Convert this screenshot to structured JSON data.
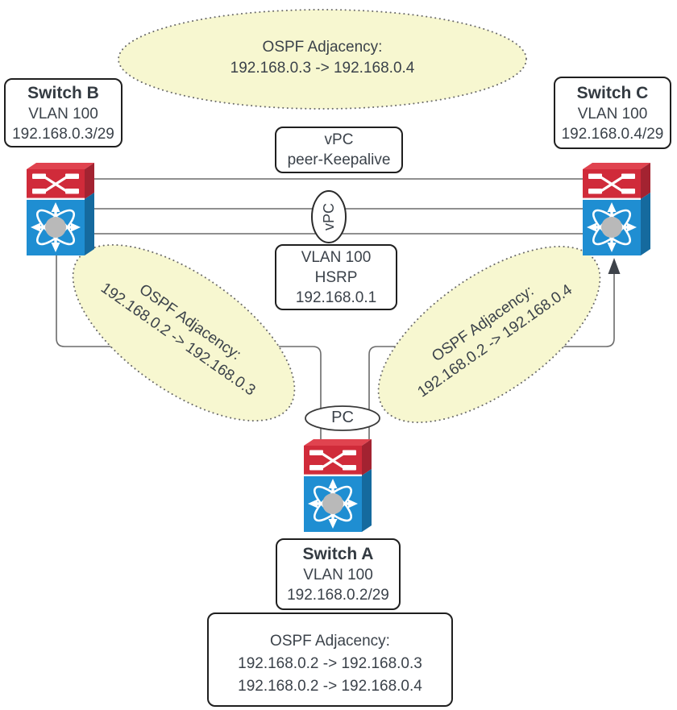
{
  "diagram": {
    "top_adjacency": {
      "title": "OSPF Adjacency:",
      "route": "192.168.0.3 -> 192.168.0.4"
    },
    "left_adjacency": {
      "title": "OSPF Adjacency:",
      "route": "192.168.0.2 -> 192.168.0.3"
    },
    "right_adjacency": {
      "title": "OSPF Adjacency:",
      "route": "192.168.0.2 -> 192.168.0.4"
    },
    "switch_b": {
      "name": "Switch B",
      "vlan": "VLAN 100",
      "ip": "192.168.0.3/29"
    },
    "switch_c": {
      "name": "Switch C",
      "vlan": "VLAN 100",
      "ip": "192.168.0.4/29"
    },
    "switch_a": {
      "name": "Switch A",
      "vlan": "VLAN 100",
      "ip": "192.168.0.2/29"
    },
    "vpc_keepalive": {
      "line1": "vPC",
      "line2": "peer-Keepalive"
    },
    "vpc_link_label": "vPC",
    "port_channel_label": "PC",
    "hsrp": {
      "vlan": "VLAN 100",
      "protocol": "HSRP",
      "vip": "192.168.0.1"
    },
    "switch_a_adjacency": {
      "title": "OSPF Adjacency:",
      "route1": "192.168.0.2 -> 192.168.0.3",
      "route2": "192.168.0.2 -> 192.168.0.4"
    },
    "colors": {
      "switch_red": "#d02b3a",
      "switch_blue": "#1f8ed2",
      "highlight_yellow": "#f7f7d0",
      "line_gray": "#6b6b6b",
      "text_dark": "#3b424a"
    }
  }
}
